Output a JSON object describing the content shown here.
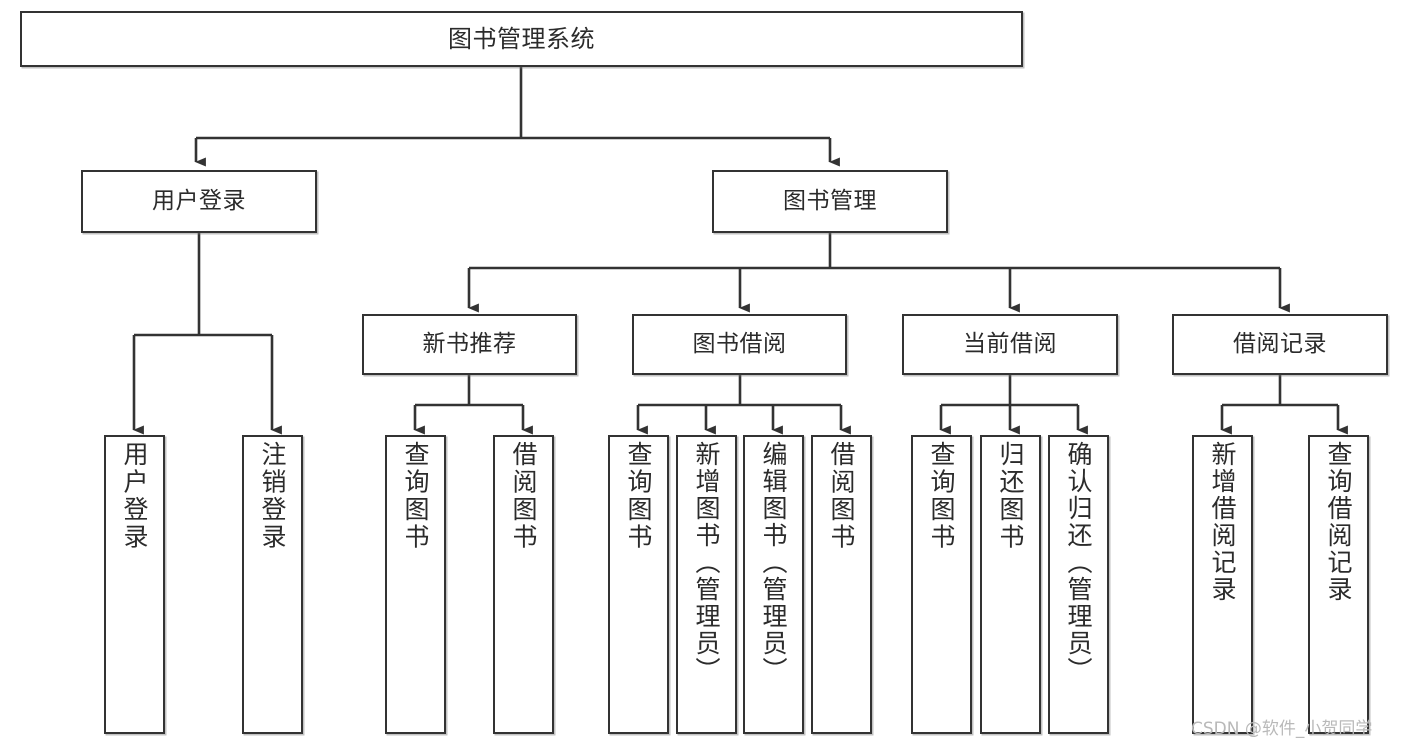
{
  "diagram": {
    "title": "图书管理系统",
    "type": "tree-hierarchy-chart",
    "root": {
      "id": "root",
      "label": "图书管理系统"
    },
    "level2": [
      {
        "id": "user-login",
        "label": "用户登录"
      },
      {
        "id": "book-manage",
        "label": "图书管理"
      }
    ],
    "level3": [
      {
        "id": "new-book-rec",
        "label": "新书推荐"
      },
      {
        "id": "book-borrow",
        "label": "图书借阅"
      },
      {
        "id": "current-borrow",
        "label": "当前借阅"
      },
      {
        "id": "borrow-record",
        "label": "借阅记录"
      }
    ],
    "leaves": {
      "user_login": [
        {
          "id": "leaf-user-login",
          "label": "用户登录"
        },
        {
          "id": "leaf-logout-login",
          "label": "注销登录"
        }
      ],
      "new_book_rec": [
        {
          "id": "leaf-query-book-1",
          "label": "查询图书"
        },
        {
          "id": "leaf-borrow-book-1",
          "label": "借阅图书"
        }
      ],
      "book_borrow": [
        {
          "id": "leaf-query-book-2",
          "label": "查询图书"
        },
        {
          "id": "leaf-add-book",
          "label": "新增图书（管理员）"
        },
        {
          "id": "leaf-edit-book",
          "label": "编辑图书（管理员）"
        },
        {
          "id": "leaf-borrow-book-2",
          "label": "借阅图书"
        }
      ],
      "current_borrow": [
        {
          "id": "leaf-query-book-3",
          "label": "查询图书"
        },
        {
          "id": "leaf-return-book",
          "label": "归还图书"
        },
        {
          "id": "leaf-confirm-return",
          "label": "确认归还（管理员）"
        }
      ],
      "borrow_record": [
        {
          "id": "leaf-add-record",
          "label": "新增借阅记录"
        },
        {
          "id": "leaf-query-record",
          "label": "查询借阅记录"
        }
      ]
    }
  },
  "watermark": {
    "text": "CSDN @软件_小贺同学"
  },
  "colors": {
    "stroke": "#333333",
    "text": "#2b2b2b",
    "background": "#ffffff",
    "watermark": "#b9b9b9"
  }
}
